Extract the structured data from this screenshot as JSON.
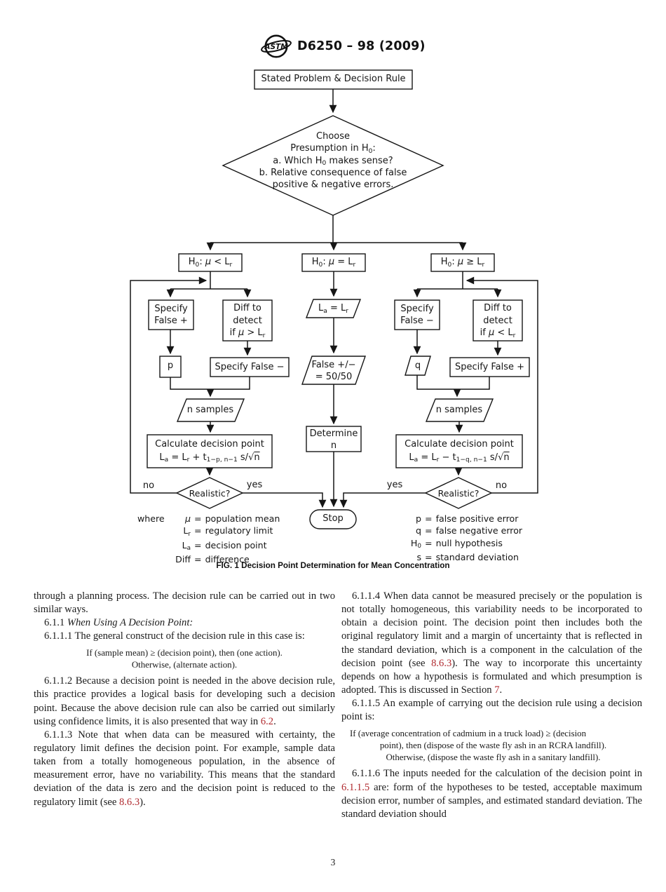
{
  "theme": {
    "link_color": "#b02a2f",
    "text_color": "#1a1a1a",
    "line_color": "#161616"
  },
  "header": {
    "title": "D6250 – 98 (2009)",
    "logo": "astm-logo"
  },
  "figure": {
    "caption": "FIG. 1 Decision Point Determination for Mean Concentration",
    "nodes": {
      "stated": [
        {
          "t": "Stated Problem & Decision Rule"
        }
      ],
      "choose_l1": [
        {
          "t": "Choose"
        }
      ],
      "choose_l2": [
        {
          "t": "Presumption in H"
        },
        {
          "t": "0",
          "sub": true
        },
        {
          "t": ":"
        }
      ],
      "choose_l3": [
        {
          "t": "a. Which H"
        },
        {
          "t": "0",
          "sub": true
        },
        {
          "t": " makes sense?"
        }
      ],
      "choose_l4": [
        {
          "t": "b. Relative consequence of false"
        }
      ],
      "choose_l5": [
        {
          "t": "positive & negative errors."
        }
      ],
      "h0_left": [
        {
          "t": "H"
        },
        {
          "t": "0",
          "sub": true
        },
        {
          "t": ": "
        },
        {
          "t": "μ",
          "i": true
        },
        {
          "t": " < L"
        },
        {
          "t": "r",
          "sub": true
        }
      ],
      "h0_mid": [
        {
          "t": "H"
        },
        {
          "t": "0",
          "sub": true
        },
        {
          "t": ": "
        },
        {
          "t": "μ",
          "i": true
        },
        {
          "t": " = L"
        },
        {
          "t": "r",
          "sub": true
        }
      ],
      "h0_right": [
        {
          "t": "H"
        },
        {
          "t": "0",
          "sub": true
        },
        {
          "t": ": "
        },
        {
          "t": "μ",
          "i": true
        },
        {
          "t": " ≥ L"
        },
        {
          "t": "r",
          "sub": true
        }
      ],
      "sfp_left_l1": [
        {
          "t": "Specify"
        }
      ],
      "sfp_left_l2": [
        {
          "t": "False +"
        }
      ],
      "diff_left_l1": [
        {
          "t": "Diff to"
        }
      ],
      "diff_left_l2": [
        {
          "t": "detect"
        }
      ],
      "diff_left_l3": [
        {
          "t": "if "
        },
        {
          "t": "μ",
          "i": true
        },
        {
          "t": " > L"
        },
        {
          "t": "r",
          "sub": true
        }
      ],
      "p_label": [
        {
          "t": "p"
        }
      ],
      "sfm_long": [
        {
          "t": "Specify False −"
        }
      ],
      "nsamples_left": [
        {
          "t": "n samples"
        }
      ],
      "calc_left_l1": [
        {
          "t": "Calculate decision point"
        }
      ],
      "calc_left_l2": [
        {
          "t": "L"
        },
        {
          "t": "a",
          "sub": true
        },
        {
          "t": " = L"
        },
        {
          "t": "r",
          "sub": true
        },
        {
          "t": " + t"
        },
        {
          "t": "1−p, n−1",
          "sub": true
        },
        {
          "t": " s/√"
        },
        {
          "t": "n",
          "ovl": true
        }
      ],
      "realistic_left": [
        {
          "t": "Realistic?"
        }
      ],
      "no_left": [
        {
          "t": "no"
        }
      ],
      "yes_left": [
        {
          "t": "yes"
        }
      ],
      "la_eq_lr": [
        {
          "t": "L"
        },
        {
          "t": "a",
          "sub": true
        },
        {
          "t": " = L"
        },
        {
          "t": "r",
          "sub": true
        }
      ],
      "f5050_l1": [
        {
          "t": "False +/−"
        }
      ],
      "f5050_l2": [
        {
          "t": "= 50/50"
        }
      ],
      "determine_l1": [
        {
          "t": "Determine"
        }
      ],
      "determine_l2": [
        {
          "t": "n"
        }
      ],
      "stop": [
        {
          "t": "Stop"
        }
      ],
      "sfm_right_l1": [
        {
          "t": "Specify"
        }
      ],
      "sfm_right_l2": [
        {
          "t": "False −"
        }
      ],
      "diff_right_l1": [
        {
          "t": "Diff to"
        }
      ],
      "diff_right_l2": [
        {
          "t": "detect"
        }
      ],
      "diff_right_l3": [
        {
          "t": "if "
        },
        {
          "t": "μ",
          "i": true
        },
        {
          "t": " < L"
        },
        {
          "t": "r",
          "sub": true
        }
      ],
      "q_label": [
        {
          "t": "q"
        }
      ],
      "sfp_long": [
        {
          "t": "Specify False +"
        }
      ],
      "nsamples_right": [
        {
          "t": "n samples"
        }
      ],
      "calc_right_l1": [
        {
          "t": "Calculate decision point"
        }
      ],
      "calc_right_l2": [
        {
          "t": "L"
        },
        {
          "t": "a",
          "sub": true
        },
        {
          "t": " = L"
        },
        {
          "t": "r",
          "sub": true
        },
        {
          "t": " − t"
        },
        {
          "t": "1−q, n−1",
          "sub": true
        },
        {
          "t": " s/√"
        },
        {
          "t": "n",
          "ovl": true
        }
      ],
      "realistic_right": [
        {
          "t": "Realistic?"
        }
      ],
      "yes_right": [
        {
          "t": "yes"
        }
      ],
      "no_right": [
        {
          "t": "no"
        }
      ]
    },
    "legend_left": [
      {
        "pre": "where",
        "key": [
          {
            "t": "μ",
            "i": true
          }
        ],
        "val": "population mean"
      },
      {
        "pre": "",
        "key": [
          {
            "t": "L"
          },
          {
            "t": "r",
            "sub": true
          }
        ],
        "val": "regulatory limit"
      },
      {
        "pre": "",
        "key": [
          {
            "t": "L"
          },
          {
            "t": "a",
            "sub": true
          }
        ],
        "val": "decision point"
      },
      {
        "pre": "",
        "key": [
          {
            "t": "Diff"
          }
        ],
        "val": "difference"
      }
    ],
    "legend_right": [
      {
        "key": [
          {
            "t": "p"
          }
        ],
        "val": "false positive error"
      },
      {
        "key": [
          {
            "t": "q"
          }
        ],
        "val": "false negative error"
      },
      {
        "key": [
          {
            "t": "H"
          },
          {
            "t": "0",
            "sub": true
          }
        ],
        "val": "null hypothesis"
      },
      {
        "key": [
          {
            "t": "s"
          }
        ],
        "val": "standard deviation"
      }
    ]
  },
  "body": {
    "left_intro": [
      {
        "t": "through a planning process. The decision rule can be carried out in two similar ways."
      }
    ],
    "left_heading_6_1_1": [
      {
        "t": "6.1.1 "
      },
      {
        "t": "When Using A Decision Point:",
        "i": true
      }
    ],
    "left_6_1_1_1": [
      {
        "t": "6.1.1.1 The general construct of the decision rule in this case is:"
      }
    ],
    "left_rule_l1": [
      {
        "t": "If (sample mean) ≥ (decision point), then (one action)."
      }
    ],
    "left_rule_l2": [
      {
        "t": "Otherwise, (alternate action)."
      }
    ],
    "left_6_1_1_2": [
      {
        "t": "6.1.1.2 Because a decision point is needed in the above decision rule, this practice provides a logical basis for developing such a decision point. Because the above decision rule can also be carried out similarly using confidence limits, it is also presented that way in "
      },
      {
        "t": "6.2",
        "link": true
      },
      {
        "t": "."
      }
    ],
    "left_6_1_1_3": [
      {
        "t": "6.1.1.3 Note that when data can be measured with certainty, the regulatory limit defines the decision point. For example, sample data taken from a totally homogeneous population, in the absence of measurement error, have no variability. This means that the standard deviation of the data is zero and the decision point is reduced to the regulatory limit (see "
      },
      {
        "t": "8.6.3",
        "link": true
      },
      {
        "t": ")."
      }
    ],
    "right_6_1_1_4": [
      {
        "t": "6.1.1.4 When data cannot be measured precisely or the population is not totally homogeneous, this variability needs to be incorporated to obtain a decision point. The decision point then includes both the original regulatory limit and a margin of uncertainty that is reflected in the standard deviation, which is a component in the calculation of the decision point (see "
      },
      {
        "t": "8.6.3",
        "link": true
      },
      {
        "t": "). The way to incorporate this uncertainty depends on how a hypothesis is formulated and which presumption is adopted. This is discussed in Section "
      },
      {
        "t": "7",
        "link": true
      },
      {
        "t": "."
      }
    ],
    "right_6_1_1_5": [
      {
        "t": "6.1.1.5 An example of carrying out the decision rule using a decision point is:"
      }
    ],
    "right_example_l1": [
      {
        "t": "If (average concentration of cadmium in a truck load) ≥ (decision"
      }
    ],
    "right_example_l2": [
      {
        "t": "point), then (dispose of the waste fly ash in an RCRA landfill)."
      }
    ],
    "right_example_l3": [
      {
        "t": "Otherwise, (dispose the waste fly ash in a sanitary landfill)."
      }
    ],
    "right_6_1_1_6": [
      {
        "t": "6.1.1.6 The inputs needed for the calculation of the decision point in "
      },
      {
        "t": "6.1.1.5",
        "link": true
      },
      {
        "t": " are: form of the hypotheses to be tested, acceptable maximum decision error, number of samples, and estimated standard deviation. The standard deviation should"
      }
    ]
  },
  "footer": {
    "page_number": "3"
  }
}
